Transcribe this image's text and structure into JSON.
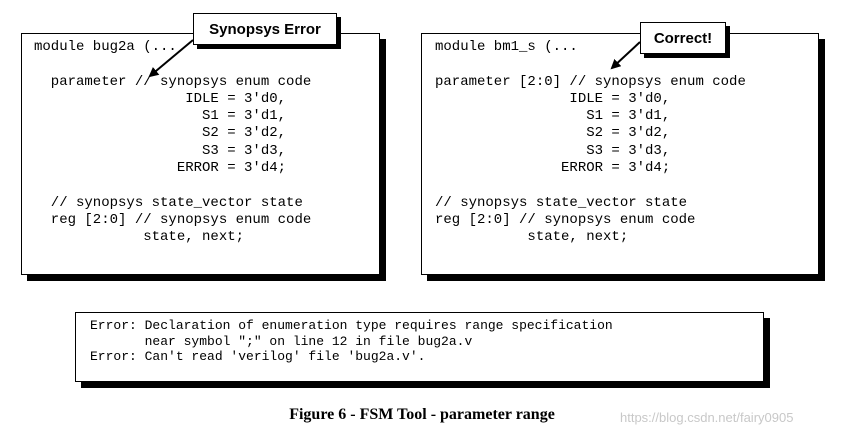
{
  "left_panel": {
    "code": "module bug2a (...\n\n  parameter // synopsys enum code\n                  IDLE = 3'd0,\n                    S1 = 3'd1,\n                    S2 = 3'd2,\n                    S3 = 3'd3,\n                 ERROR = 3'd4;\n\n  // synopsys state_vector state\n  reg [2:0] // synopsys enum code\n             state, next;",
    "callout": "Synopsys Error"
  },
  "right_panel": {
    "code": "module bm1_s (...\n\nparameter [2:0] // synopsys enum code\n                IDLE = 3'd0,\n                  S1 = 3'd1,\n                  S2 = 3'd2,\n                  S3 = 3'd3,\n               ERROR = 3'd4;\n\n// synopsys state_vector state\nreg [2:0] // synopsys enum code\n           state, next;",
    "callout": "Correct!"
  },
  "error_panel": {
    "text": "Error: Declaration of enumeration type requires range specification\n       near symbol \";\" on line 12 in file bug2a.v\nError: Can't read 'verilog' file 'bug2a.v'."
  },
  "caption": "Figure 6 - FSM Tool - parameter range",
  "watermark": "https://blog.csdn.net/fairy0905"
}
